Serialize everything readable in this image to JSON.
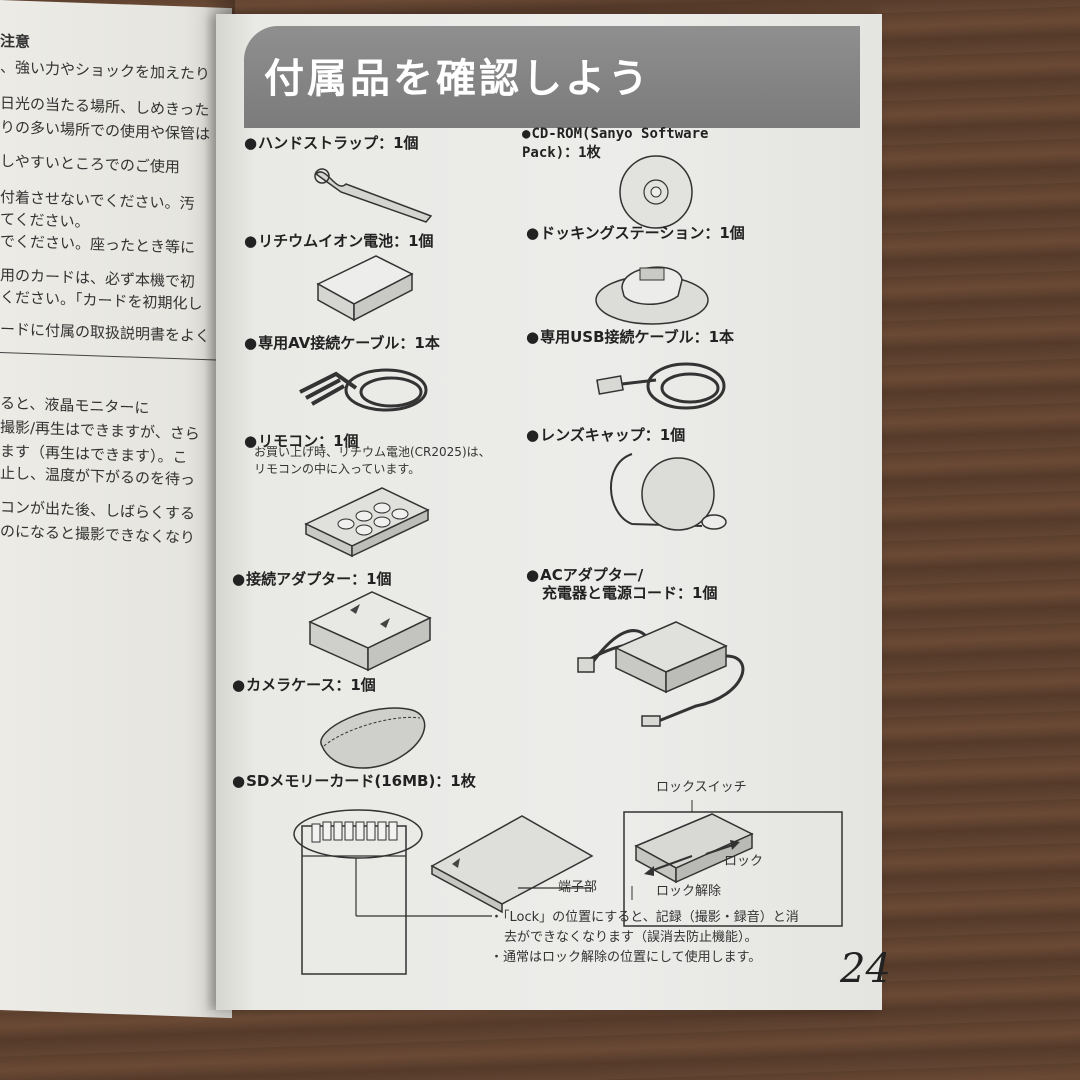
{
  "left_page": {
    "lines": [
      "注意",
      "、強い力やショックを加えたり",
      "日光の当たる場所、しめきった",
      "りの多い場所での使用や保管は",
      "しやすいところでのご使用",
      "付着させないでください。汚",
      "てください。",
      "でください。座ったとき等に",
      "用のカードは、必ず本機で初",
      "ください。「カードを初期化し",
      "ードに付属の取扱説明書をよく",
      "ると、液晶モニターに",
      "撮影/再生はできますが、さら",
      "ます（再生はできます）。こ",
      "止し、温度が下がるのを待っ",
      "コンが出た後、しばらくする",
      "のになると撮影できなくなり"
    ]
  },
  "title": "付属品を確認しよう",
  "items": {
    "hand_strap": "ハンドストラップ：1個",
    "cd_rom": "CD-ROM(Sanyo Software Pack)：1枚",
    "battery": "リチウムイオン電池：1個",
    "docking": "ドッキングステーション：1個",
    "av_cable": "専用AV接続ケーブル：1本",
    "usb_cable": "専用USB接続ケーブル：1本",
    "remote": "リモコン：1個",
    "remote_note_1": "お買い上げ時、リチウム電池(CR2025)は、",
    "remote_note_2": "リモコンの中に入っています。",
    "lens_cap": "レンズキャップ：1個",
    "adapter": "接続アダプター：1個",
    "ac_adapter_1": "ACアダプター/",
    "ac_adapter_2": "充電器と電源コード：1個",
    "case": "カメラケース：1個",
    "sd_card": "SDメモリーカード(16MB)：1枚"
  },
  "bullet": "●",
  "sd": {
    "lock_switch": "ロックスイッチ",
    "lock": "ロック",
    "unlock": "ロック解除",
    "terminal": "端子部",
    "note_1": "・「Lock」の位置にすると、記録（撮影・録音）と消",
    "note_2": "去ができなくなります（誤消去防止機能）。",
    "note_3": "・通常はロック解除の位置にして使用します。"
  },
  "page_number": "24"
}
